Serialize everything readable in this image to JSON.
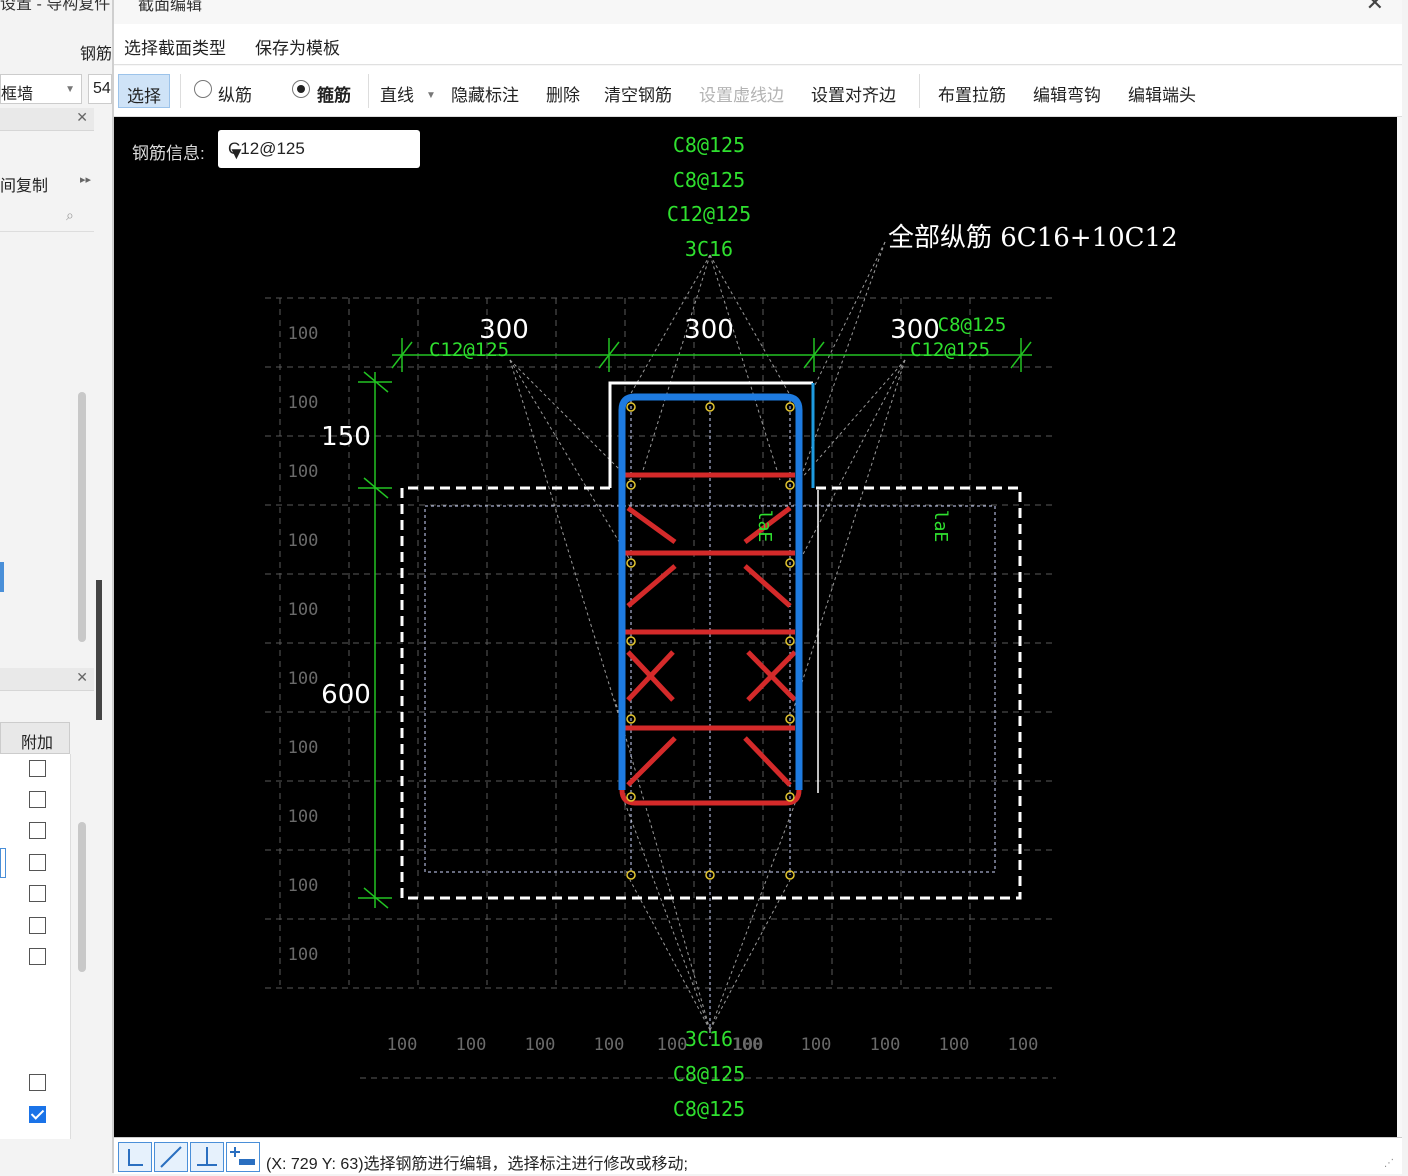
{
  "background_app": {
    "top_fragment": "设置 - 导构复件",
    "rebar_label": "钢筋",
    "wall_type": "框墙",
    "value_fragment": "54",
    "copy_label": "间复制",
    "extra_header": "附加",
    "checkboxes": [
      false,
      false,
      false,
      false,
      false,
      false,
      false,
      false,
      true
    ]
  },
  "dialog": {
    "title": "截面编辑",
    "menu": [
      "选择截面类型",
      "保存为模板"
    ],
    "toolbar": {
      "select": "选择",
      "longitudinal": "纵筋",
      "stirrup": "箍筋",
      "line": "直线",
      "hide_annotation": "隐藏标注",
      "delete": "删除",
      "clear_rebar": "清空钢筋",
      "set_dashed_edge": "设置虚线边",
      "set_align_edge": "设置对齐边",
      "place_tie": "布置拉筋",
      "edit_hook": "编辑弯钩",
      "edit_end": "编辑端头"
    },
    "stirrup_selected": true,
    "rebar_info_label": "钢筋信息:",
    "rebar_info_value": "C12@125",
    "status": "(X: 729 Y: 63)选择钢筋进行编辑，选择标注进行修改或移动;"
  },
  "drawing": {
    "top_labels": [
      "C8@125",
      "C8@125",
      "C12@125",
      "3C16"
    ],
    "bottom_labels": [
      "3C16",
      "C8@125",
      "C8@125"
    ],
    "total_rebar": "全部纵筋  6C16+10C12",
    "dim_top": [
      "300",
      "300",
      "300"
    ],
    "dim_left": [
      "150",
      "600"
    ],
    "left_rebar": "C12@125",
    "right_rebar_1": "C8@125",
    "right_rebar_2": "C12@125",
    "lap_label": "laE",
    "grid_label": "100",
    "colors": {
      "stirrup": "#1e7be0",
      "tie": "#d42a2a",
      "dim": "#22c322",
      "label": "#2fe02f",
      "outline": "#ffffff"
    }
  }
}
